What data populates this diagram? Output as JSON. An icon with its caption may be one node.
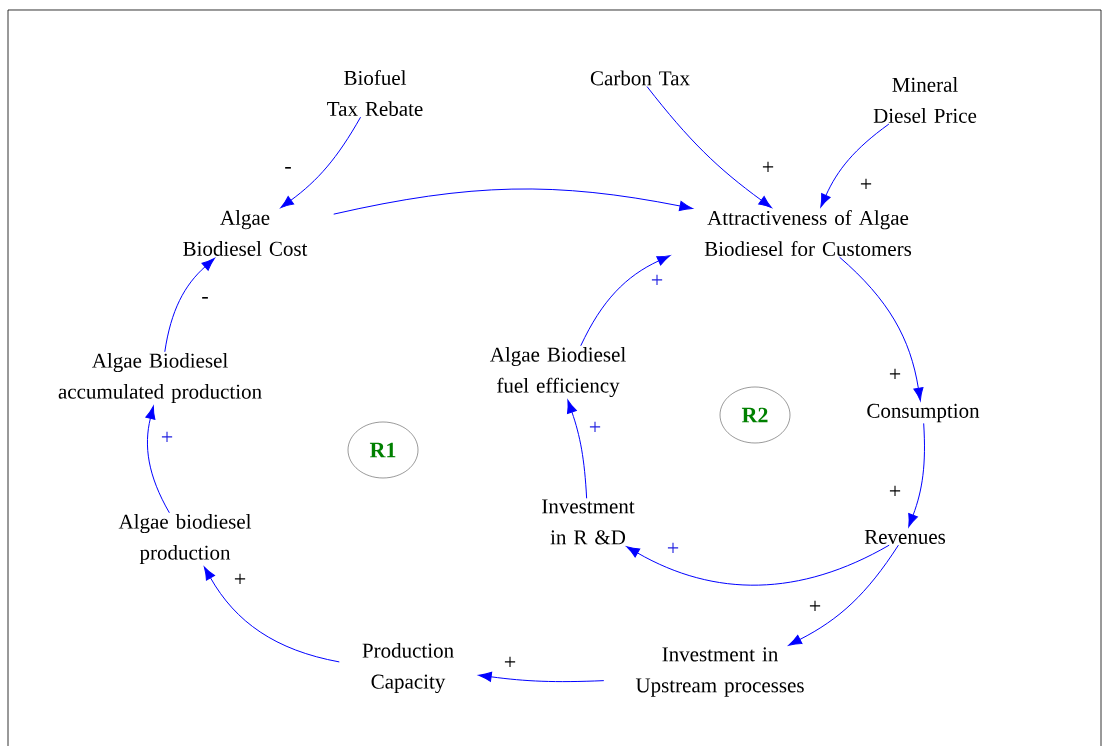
{
  "diagram": {
    "nodes": [
      {
        "text": [
          "Biofuel Tax Rebate"
        ]
      },
      {
        "text": [
          "Carbon Tax"
        ]
      },
      {
        "text": [
          "Mineral Diesel Price"
        ]
      },
      {
        "text": [
          "Algae Biodiesel Cost"
        ]
      },
      {
        "text": [
          "Attractiveness of Algae Biodiesel for Customers"
        ]
      },
      {
        "text": [
          "Algae Biodiesel accumulated production"
        ]
      },
      {
        "text": [
          "Algae Biodiesel fuel efficiency"
        ]
      },
      {
        "text": [
          "R2"
        ]
      },
      {
        "text": [
          "Consumption"
        ]
      },
      {
        "text": [
          "R1"
        ]
      },
      {
        "text": [
          "Investment in R &D"
        ]
      },
      {
        "text": [
          "Revenues"
        ]
      },
      {
        "text": [
          "Algae biodiesel production"
        ]
      },
      {
        "text": [
          "Production Capacity"
        ]
      },
      {
        "text": [
          "Investment in Upstream processes"
        ]
      }
    ],
    "edges": [
      {
        "from": 0,
        "to": 3,
        "arrow": "to",
        "label": "-"
      },
      {
        "from": 3,
        "to": 4,
        "arrow": "to"
      },
      {
        "from": 1,
        "to": 4,
        "arrow": "to",
        "label": "+"
      },
      {
        "from": 2,
        "to": 4,
        "arrow": "to",
        "label": "+"
      },
      {
        "from": 4,
        "to": 8,
        "arrow": "to",
        "label": "+"
      },
      {
        "from": 8,
        "to": 11,
        "arrow": "to",
        "label": "+"
      },
      {
        "from": 11,
        "to": 10,
        "arrow": "to",
        "label": "+"
      },
      {
        "from": 11,
        "to": 14,
        "arrow": "to",
        "label": "+"
      },
      {
        "from": 14,
        "to": 13,
        "arrow": "to",
        "label": "+"
      },
      {
        "from": 13,
        "to": 12,
        "arrow": "to",
        "label": "+"
      },
      {
        "from": 12,
        "to": 5,
        "arrow": "to",
        "label": "+"
      },
      {
        "from": 5,
        "to": 3,
        "arrow": "to",
        "label": "-"
      },
      {
        "from": 10,
        "to": 6,
        "arrow": "to",
        "label": "+"
      },
      {
        "from": 6,
        "to": 4,
        "arrow": "to",
        "label": "+"
      }
    ]
  }
}
